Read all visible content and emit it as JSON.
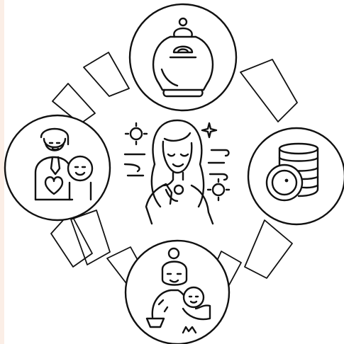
{
  "diagram": {
    "background": "#ffffff",
    "edge_strip_color": "#fbeee6",
    "stroke_color": "#111111",
    "nodes": [
      {
        "id": "top",
        "icon": "piggy-bank-jar-icon"
      },
      {
        "id": "right",
        "icon": "coin-stack-icon"
      },
      {
        "id": "bottom",
        "icon": "mother-and-child-icon"
      },
      {
        "id": "left",
        "icon": "couple-with-heart-icon"
      }
    ],
    "center": {
      "icon": "calm-woman-meditating-icon"
    }
  }
}
